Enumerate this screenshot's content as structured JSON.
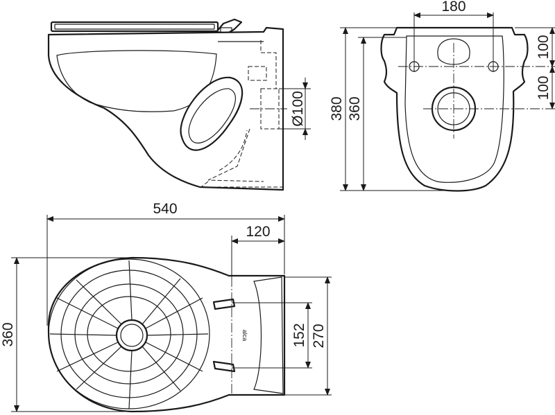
{
  "dimensions": {
    "side_view": {
      "pipe_diameter": "Ø100"
    },
    "front_view": {
      "hole_spacing": "180",
      "height_outer": "380",
      "height_inner": "360",
      "hole_to_rim": "100",
      "hole_to_outlet": "100"
    },
    "top_view": {
      "length": "540",
      "fixing_offset": "120",
      "width": "360",
      "fixing_spacing": "152",
      "back_width": "270"
    }
  },
  "brand_mark": "alca"
}
